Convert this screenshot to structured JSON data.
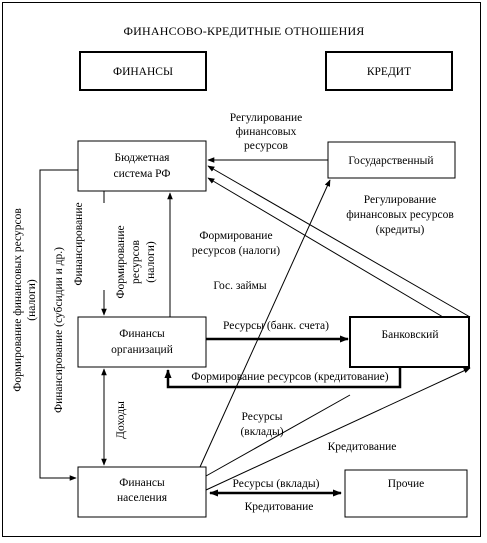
{
  "title": "ФИНАНСОВО-КРЕДИТНЫЕ ОТНОШЕНИЯ",
  "headers": {
    "finance": "ФИНАНСЫ",
    "credit": "КРЕДИТ"
  },
  "nodes": {
    "budget": [
      "Бюджетная",
      "система РФ"
    ],
    "state": "Государственный",
    "org": [
      "Финансы",
      "организаций"
    ],
    "bank": "Банковский",
    "population": [
      "Финансы",
      "населения"
    ],
    "other": "Прочие"
  },
  "labels": {
    "regulation_fin": [
      "Регулирование",
      "финансовых",
      "ресурсов"
    ],
    "regulation_credit": [
      "Регулирование",
      "финансовых ресурсов",
      "(кредиты)"
    ],
    "formation_taxes": [
      "Формирование",
      "ресурсов (налоги)"
    ],
    "gov_loans": "Гос. займы",
    "resources_bank_accounts": "Ресурсы (банк. счета)",
    "formation_crediting": "Формирование ресурсов (кредитование)",
    "resources_deposits": [
      "Ресурсы",
      "(вклады)"
    ],
    "crediting_upper": "Кредитование",
    "resources_deposits_inline": "Ресурсы (вклады)",
    "crediting_lower": "Кредитование",
    "vertical_formation_fin": [
      "Формирование финансовых ресурсов",
      "(налоги)"
    ],
    "vertical_financing_subsidies": "Финансирование (субсидии и др.)",
    "vertical_financing": "Финансирование",
    "vertical_formation_taxes": [
      "Формирование",
      "ресурсов",
      "(налоги)"
    ],
    "vertical_income": "Доходы"
  }
}
